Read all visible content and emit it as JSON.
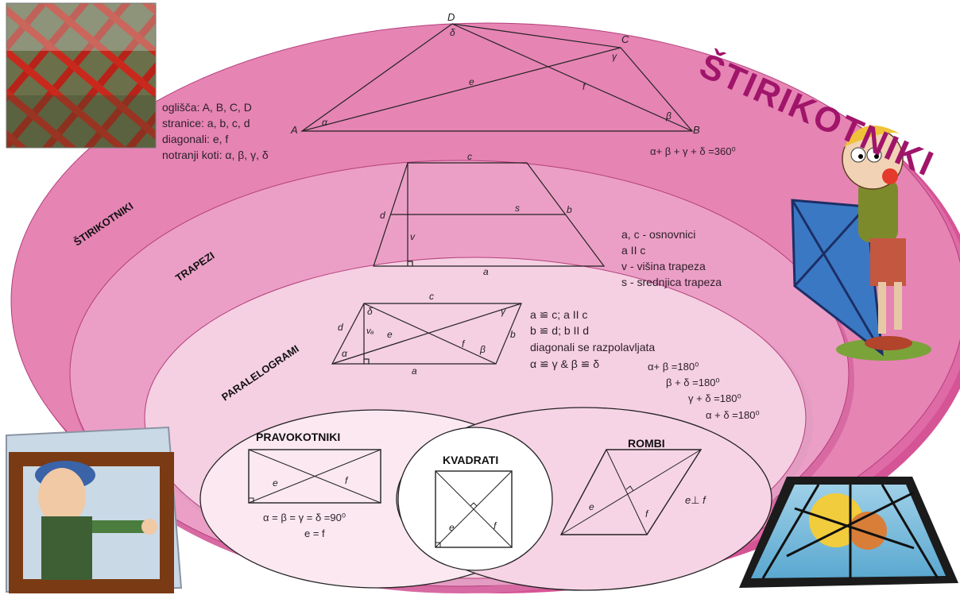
{
  "title": "ŠTIRIKOTNIKI",
  "regions": {
    "stirikotniki": "ŠTIRIKOTNIKI",
    "trapezi": "TRAPEZI",
    "paralelogrami": "PARALELOGRAMI",
    "pravokotniki": "PRAVOKOTNIKI",
    "kvadrati": "KVADRATI",
    "rombi": "ROMBI"
  },
  "quad": {
    "vertices": {
      "A": "A",
      "B": "B",
      "C": "C",
      "D": "D"
    },
    "angles": {
      "alpha": "α",
      "beta": "β",
      "gamma": "γ",
      "delta": "δ"
    },
    "diagonals": {
      "e": "e",
      "f": "f"
    },
    "info": [
      "oglišča: A, B, C, D",
      "stranice: a, b, c, d",
      "diagonali: e, f",
      "notranji koti: α, β, γ, δ"
    ],
    "angle_sum": "α+ β + γ + δ =360⁰"
  },
  "trapez": {
    "labels": {
      "a": "a",
      "b": "b",
      "c": "c",
      "d": "d",
      "s": "s",
      "v": "v"
    },
    "info": [
      "a, c - osnovnici",
      "a II c",
      "v - višina trapeza",
      "s - srednjica trapeza"
    ]
  },
  "paralelogram": {
    "labels": {
      "a": "a",
      "b": "b",
      "c": "c",
      "d": "d",
      "e": "e",
      "f": "f",
      "va": "vₐ",
      "alpha": "α",
      "beta": "β",
      "gamma": "γ",
      "delta": "δ"
    },
    "info": [
      "a ≌ c; a II c",
      "b ≌ d; b II d",
      "diagonali se razpolavljata",
      "α ≌ γ & β ≌ δ"
    ],
    "sums": [
      "α+ β  =180⁰",
      "β + δ =180⁰",
      "γ + δ =180⁰",
      "α + δ =180⁰"
    ]
  },
  "pravokotnik": {
    "labels": {
      "e": "e",
      "f": "f"
    },
    "info": [
      "α = β = γ = δ =90⁰",
      "e = f"
    ]
  },
  "kvadrat": {
    "labels": {
      "e": "e",
      "f": "f"
    }
  },
  "romb": {
    "labels": {
      "e": "e",
      "f": "f"
    },
    "info": "e⊥ f"
  },
  "colors": {
    "outer": "#e684b4",
    "trapezi": "#ec9fc6",
    "paralelogrami": "#f5cfe2",
    "inner": "#ffffff",
    "title": "#a0156a"
  },
  "pictures": [
    "red-lattice-photo",
    "boy-with-kite",
    "man-with-frame",
    "stained-glass-window"
  ]
}
